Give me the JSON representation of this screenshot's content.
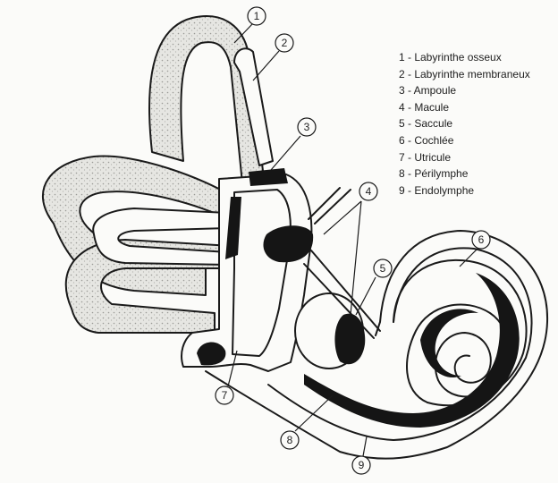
{
  "legend": [
    "1 - Labyrinthe osseux",
    "2 - Labyrinthe membraneux",
    "3 - Ampoule",
    "4 - Macule",
    "5 - Saccule",
    "6 - Cochlée",
    "7 - Utricule",
    "8 - Périlymphe",
    "9 - Endolymphe"
  ],
  "callouts": {
    "c1": "1",
    "c2": "2",
    "c3": "3",
    "c4": "4",
    "c5": "5",
    "c6": "6",
    "c7": "7",
    "c8": "8",
    "c9": "9"
  },
  "colors": {
    "ink": "#1a1a1a",
    "bone_stipple": "#d9d9d5",
    "background": "#fbfbf9"
  }
}
